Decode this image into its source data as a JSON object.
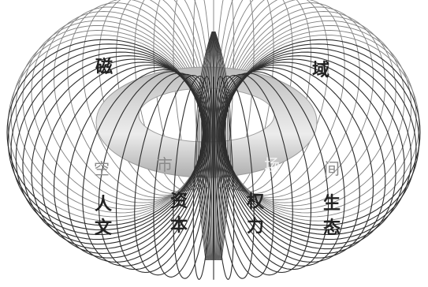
{
  "labels": {
    "ci": "磁",
    "yu": "域",
    "kong": "空",
    "shi": "市",
    "chang": "场",
    "jian": "间",
    "ren": "人",
    "wen": "文",
    "zi": "资",
    "ben": "本",
    "quan": "权",
    "li": "力",
    "sheng": "生",
    "tai": "态"
  },
  "colors": {
    "wire": "#2e2e2e",
    "ring_fill": "#c9c9c9",
    "ring_highlight": "#e6e6e6",
    "ring_shadow": "#a9a9a9",
    "text_dark": "#222222",
    "text_grey": "#8a8a8a"
  }
}
